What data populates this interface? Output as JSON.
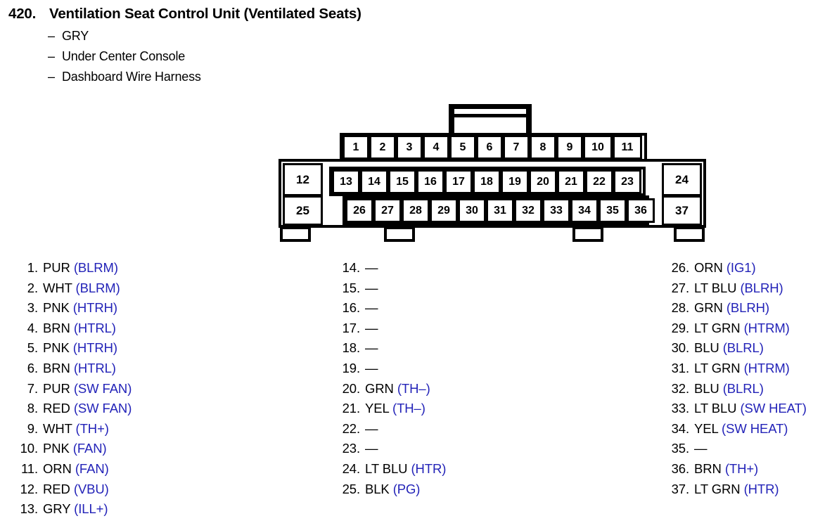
{
  "header": {
    "number": "420.",
    "title": "Ventilation Seat Control Unit (Ventilated Seats)",
    "bullet_dash": "–",
    "subtitles": [
      "GRY",
      "Under Center Console",
      "Dashboard Wire Harness"
    ]
  },
  "colors": {
    "signal_blue": "#2323b8",
    "wire_black": "#000000",
    "background": "#ffffff",
    "outline": "#000000"
  },
  "connector": {
    "name": "37-pin connector pinout diagram",
    "latch_label": "top-latch-tab",
    "total_pins": 37,
    "row_top": [
      "1",
      "2",
      "3",
      "4",
      "5",
      "6",
      "7",
      "8",
      "9",
      "10",
      "11"
    ],
    "left_col": [
      "12",
      "25"
    ],
    "row_mid": [
      "13",
      "14",
      "15",
      "16",
      "17",
      "18",
      "19",
      "20",
      "21",
      "22",
      "23"
    ],
    "row_bot": [
      "26",
      "27",
      "28",
      "29",
      "30",
      "31",
      "32",
      "33",
      "34",
      "35",
      "36"
    ],
    "right_col": [
      "24",
      "37"
    ],
    "bottom_tabs": 4
  },
  "pins": {
    "column1": [
      {
        "num": "1.",
        "wire": "PUR",
        "sig": "(BLRM)"
      },
      {
        "num": "2.",
        "wire": "WHT",
        "sig": "(BLRM)"
      },
      {
        "num": "3.",
        "wire": "PNK",
        "sig": "(HTRH)"
      },
      {
        "num": "4.",
        "wire": "BRN",
        "sig": "(HTRL)"
      },
      {
        "num": "5.",
        "wire": "PNK",
        "sig": "(HTRH)"
      },
      {
        "num": "6.",
        "wire": "BRN",
        "sig": "(HTRL)"
      },
      {
        "num": "7.",
        "wire": "PUR",
        "sig": "(SW FAN)"
      },
      {
        "num": "8.",
        "wire": "RED",
        "sig": "(SW FAN)"
      },
      {
        "num": "9.",
        "wire": "WHT",
        "sig": "(TH+)"
      },
      {
        "num": "10.",
        "wire": "PNK",
        "sig": "(FAN)"
      },
      {
        "num": "11.",
        "wire": "ORN",
        "sig": "(FAN)"
      },
      {
        "num": "12.",
        "wire": "RED",
        "sig": "(VBU)"
      },
      {
        "num": "13.",
        "wire": "GRY",
        "sig": "(ILL+)"
      }
    ],
    "column2": [
      {
        "num": "14.",
        "wire": "—",
        "sig": ""
      },
      {
        "num": "15.",
        "wire": "—",
        "sig": ""
      },
      {
        "num": "16.",
        "wire": "—",
        "sig": ""
      },
      {
        "num": "17.",
        "wire": "—",
        "sig": ""
      },
      {
        "num": "18.",
        "wire": "—",
        "sig": ""
      },
      {
        "num": "19.",
        "wire": "—",
        "sig": ""
      },
      {
        "num": "20.",
        "wire": "GRN",
        "sig": "(TH–)"
      },
      {
        "num": "21.",
        "wire": "YEL",
        "sig": "(TH–)"
      },
      {
        "num": "22.",
        "wire": "—",
        "sig": ""
      },
      {
        "num": "23.",
        "wire": "—",
        "sig": ""
      },
      {
        "num": "24.",
        "wire": "LT BLU",
        "sig": "(HTR)"
      },
      {
        "num": "25.",
        "wire": "BLK",
        "sig": "(PG)"
      }
    ],
    "column3": [
      {
        "num": "26.",
        "wire": "ORN",
        "sig": "(IG1)"
      },
      {
        "num": "27.",
        "wire": "LT BLU",
        "sig": "(BLRH)"
      },
      {
        "num": "28.",
        "wire": "GRN",
        "sig": "(BLRH)"
      },
      {
        "num": "29.",
        "wire": "LT GRN",
        "sig": "(HTRM)"
      },
      {
        "num": "30.",
        "wire": "BLU",
        "sig": "(BLRL)"
      },
      {
        "num": "31.",
        "wire": "LT GRN",
        "sig": "(HTRM)"
      },
      {
        "num": "32.",
        "wire": "BLU",
        "sig": "(BLRL)"
      },
      {
        "num": "33.",
        "wire": "LT BLU",
        "sig": "(SW HEAT)"
      },
      {
        "num": "34.",
        "wire": "YEL",
        "sig": "(SW HEAT)"
      },
      {
        "num": "35.",
        "wire": "—",
        "sig": ""
      },
      {
        "num": "36.",
        "wire": "BRN",
        "sig": "(TH+)"
      },
      {
        "num": "37.",
        "wire": "LT GRN",
        "sig": "(HTR)"
      }
    ]
  }
}
